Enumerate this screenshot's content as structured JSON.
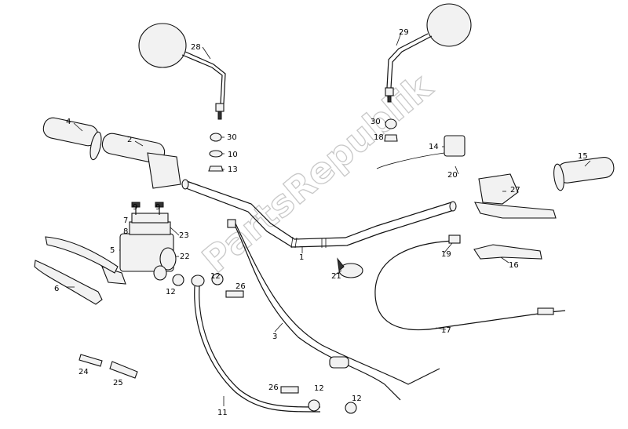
{
  "watermark": "PartsRepublik",
  "callouts": [
    "1",
    "2",
    "3",
    "4",
    "5",
    "6",
    "7",
    "8",
    "9",
    "9",
    "10",
    "11",
    "12",
    "12",
    "12",
    "12",
    "13",
    "14",
    "15",
    "16",
    "17",
    "18",
    "19",
    "20",
    "21",
    "22",
    "23",
    "24",
    "25",
    "26",
    "26",
    "27",
    "28",
    "29",
    "30",
    "30"
  ]
}
